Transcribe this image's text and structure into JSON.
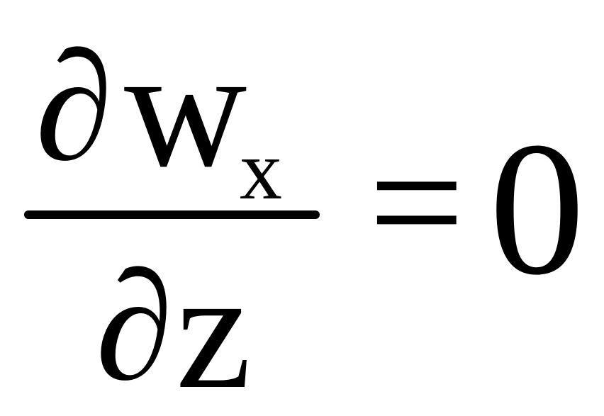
{
  "equation": {
    "numerator": {
      "partial": "∂",
      "variable": "w",
      "subscript": "x"
    },
    "denominator": {
      "partial": "∂",
      "variable": "z"
    },
    "operator": "=",
    "rhs": "0"
  }
}
